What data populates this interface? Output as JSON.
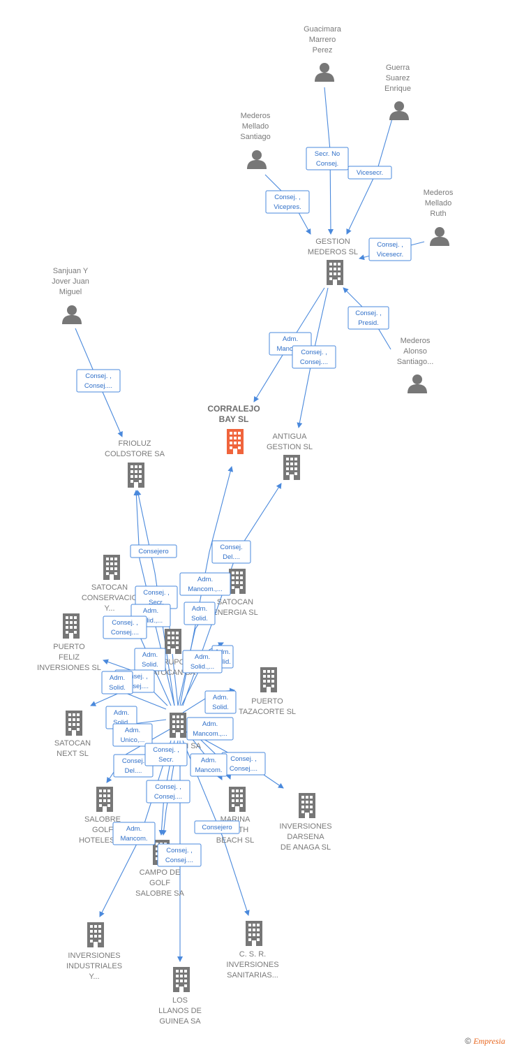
{
  "colors": {
    "edge": "#4a89dc",
    "node": "#7a7a7a",
    "main_node": "#f0643c"
  },
  "nodes": [
    {
      "id": "guacimara",
      "type": "person",
      "label": [
        "Guacimara",
        "Marrero",
        "Perez"
      ]
    },
    {
      "id": "guerra",
      "type": "person",
      "label": [
        "Guerra",
        "Suarez",
        "Enrique"
      ]
    },
    {
      "id": "mederos_santiago",
      "type": "person",
      "label": [
        "Mederos",
        "Mellado",
        "Santiago"
      ]
    },
    {
      "id": "mederos_ruth",
      "type": "person",
      "label": [
        "Mederos",
        "Mellado",
        "Ruth"
      ]
    },
    {
      "id": "gestion_mederos",
      "type": "company",
      "label": [
        "GESTION",
        "MEDEROS SL"
      ]
    },
    {
      "id": "sanjuan",
      "type": "person",
      "label": [
        "Sanjuan Y",
        "Jover Juan",
        "Miguel"
      ]
    },
    {
      "id": "mederos_alonso",
      "type": "person",
      "label": [
        "Mederos",
        "Alonso",
        "Santiago..."
      ]
    },
    {
      "id": "corralejo",
      "type": "main",
      "label": [
        "CORRALEJO",
        "BAY  SL"
      ]
    },
    {
      "id": "frioluz",
      "type": "company",
      "label": [
        "FRIOLUZ",
        "COLDSTORE SA"
      ]
    },
    {
      "id": "antigua",
      "type": "company",
      "label": [
        "ANTIGUA",
        "GESTION SL"
      ]
    },
    {
      "id": "satocan_conserv",
      "type": "company",
      "label": [
        "SATOCAN",
        "CONSERVACIO",
        "Y..."
      ]
    },
    {
      "id": "satocan_energia",
      "type": "company",
      "label": [
        "SATOCAN",
        "ENERGIA  SL"
      ]
    },
    {
      "id": "grupo_satocan",
      "type": "company",
      "label": [
        "GRUPO",
        "SATOCAN SA"
      ]
    },
    {
      "id": "puerto_feliz",
      "type": "company",
      "label": [
        "PUERTO",
        "FELIZ",
        "INVERSIONES SL"
      ]
    },
    {
      "id": "puerto_tazacorte",
      "type": "company",
      "label": [
        "PUERTO",
        "TAZACORTE SL"
      ]
    },
    {
      "id": "satocan_next",
      "type": "company",
      "label": [
        "SATOCAN",
        "NEXT  SL"
      ]
    },
    {
      "id": "satocan_sa",
      "type": "company",
      "label": [
        "SATOCAN SA"
      ]
    },
    {
      "id": "salobre_golf",
      "type": "company",
      "label": [
        "SALOBRE",
        "GOLF",
        "HOTELES SL"
      ]
    },
    {
      "id": "marina_south",
      "type": "company",
      "label": [
        "MARINA",
        "SOUTH",
        "BEACH  SL"
      ]
    },
    {
      "id": "inv_darsena",
      "type": "company",
      "label": [
        "INVERSIONES",
        "DARSENA",
        "DE ANAGA SL"
      ]
    },
    {
      "id": "campo_golf",
      "type": "company",
      "label": [
        "CAMPO DE",
        "GOLF",
        "SALOBRE SA"
      ]
    },
    {
      "id": "inv_industriales",
      "type": "company",
      "label": [
        "INVERSIONES",
        "INDUSTRIALES",
        "Y..."
      ]
    },
    {
      "id": "csr",
      "type": "company",
      "label": [
        "C.  S. R.",
        "INVERSIONES",
        "SANITARIAS..."
      ]
    },
    {
      "id": "llanos",
      "type": "company",
      "label": [
        "LOS",
        "LLANOS DE",
        "GUINEA SA"
      ]
    }
  ],
  "edge_labels": [
    [
      "Secr.  No",
      "Consej."
    ],
    [
      "Vicesecr."
    ],
    [
      "Consej. ,",
      "Vicepres."
    ],
    [
      "Consej. ,",
      "Vicesecr."
    ],
    [
      "Consej. ,",
      "Presid."
    ],
    [
      "Adm.",
      "Mancom."
    ],
    [
      "Consej. ,",
      "Consej...."
    ],
    [
      "Consej. ,",
      "Consej...."
    ],
    [
      "Consejero"
    ],
    [
      "Consej.",
      "Del...."
    ],
    [
      "Adm.",
      "Mancom.,..."
    ],
    [
      "Consej. ,",
      "Secr."
    ],
    [
      "Adm.",
      "Solid.,..."
    ],
    [
      "Adm.",
      "Solid."
    ],
    [
      "Consej. ,",
      "Consej...."
    ],
    [
      "Adm.",
      "Solid."
    ],
    [
      "Adm.",
      "Solid.,..."
    ],
    [
      "Adm.",
      "Solid."
    ],
    [
      "Consej. ,",
      "Consej...."
    ],
    [
      "Adm.",
      "Solid."
    ],
    [
      "Adm.",
      "Solid."
    ],
    [
      "Adm.",
      "Mancom.,..."
    ],
    [
      "Adm.",
      "Solid."
    ],
    [
      "Adm.",
      "Unico,..."
    ],
    [
      "Consej. ,",
      "Consej...."
    ],
    [
      "Adm.",
      "Mancom."
    ],
    [
      "Consej.",
      "Del...."
    ],
    [
      "Consej. ,",
      "Secr."
    ],
    [
      "Consej. ,",
      "Consej...."
    ],
    [
      "Consejero"
    ],
    [
      "Adm.",
      "Mancom."
    ],
    [
      "Consej. ,",
      "Consej...."
    ]
  ],
  "footer": {
    "copyright": "©",
    "brand": "Empresia"
  }
}
